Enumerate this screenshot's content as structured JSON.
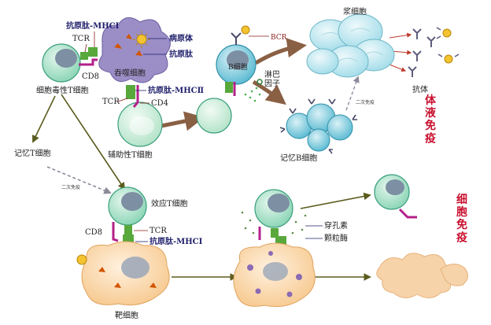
{
  "colors": {
    "t_cell": "#8ed6b8",
    "t_cell_edge": "#3a9f7c",
    "nucleus": "#7d8fa3",
    "b_cell": "#6fc4d8",
    "plasma": "#b6e7f1",
    "target": "#fbd8b0",
    "dead_cell": "#f6d3a9",
    "macrophage": "#9b8ec6",
    "receptor_magenta": "#b3208a",
    "receptor_green": "#58a83c",
    "arrow_brown": "#8a6044",
    "arrow_olive": "#5b5b1e",
    "title_red": "#c8102e"
  },
  "labels": {
    "mhc1_top": "抗原肽-MHCⅠ",
    "tcr_top": "TCR",
    "pathogen": "病原体",
    "antigen_peptide": "抗原肽",
    "cd8_top": "CD8",
    "phagocyte": "吞噬细胞",
    "cytotoxic_t": "细胞毒性T细胞",
    "mhc2": "抗原肽-MHCⅡ",
    "tcr_mid": "TCR",
    "cd4": "CD4",
    "helper_t": "辅助性T细胞",
    "bcr": "BCR",
    "b_cell": "B细胞",
    "lymphokine": "淋巴\n因子",
    "plasma_cell": "浆细胞",
    "secondary_immune_1": "二次免疫",
    "memory_b": "记忆B细胞",
    "antibody": "抗体",
    "humoral": "体液免疫",
    "memory_t": "记忆T细胞",
    "secondary_immune_2": "二次免疫",
    "effector_t": "效应T细胞",
    "cd8_bottom": "CD8",
    "tcr_bottom": "TCR",
    "mhc1_bottom": "抗原肽-MHCⅠ",
    "target_cell": "靶细胞",
    "perforin": "穿孔素",
    "granzyme": "颗粒酶",
    "cellular": "细胞免疫"
  }
}
